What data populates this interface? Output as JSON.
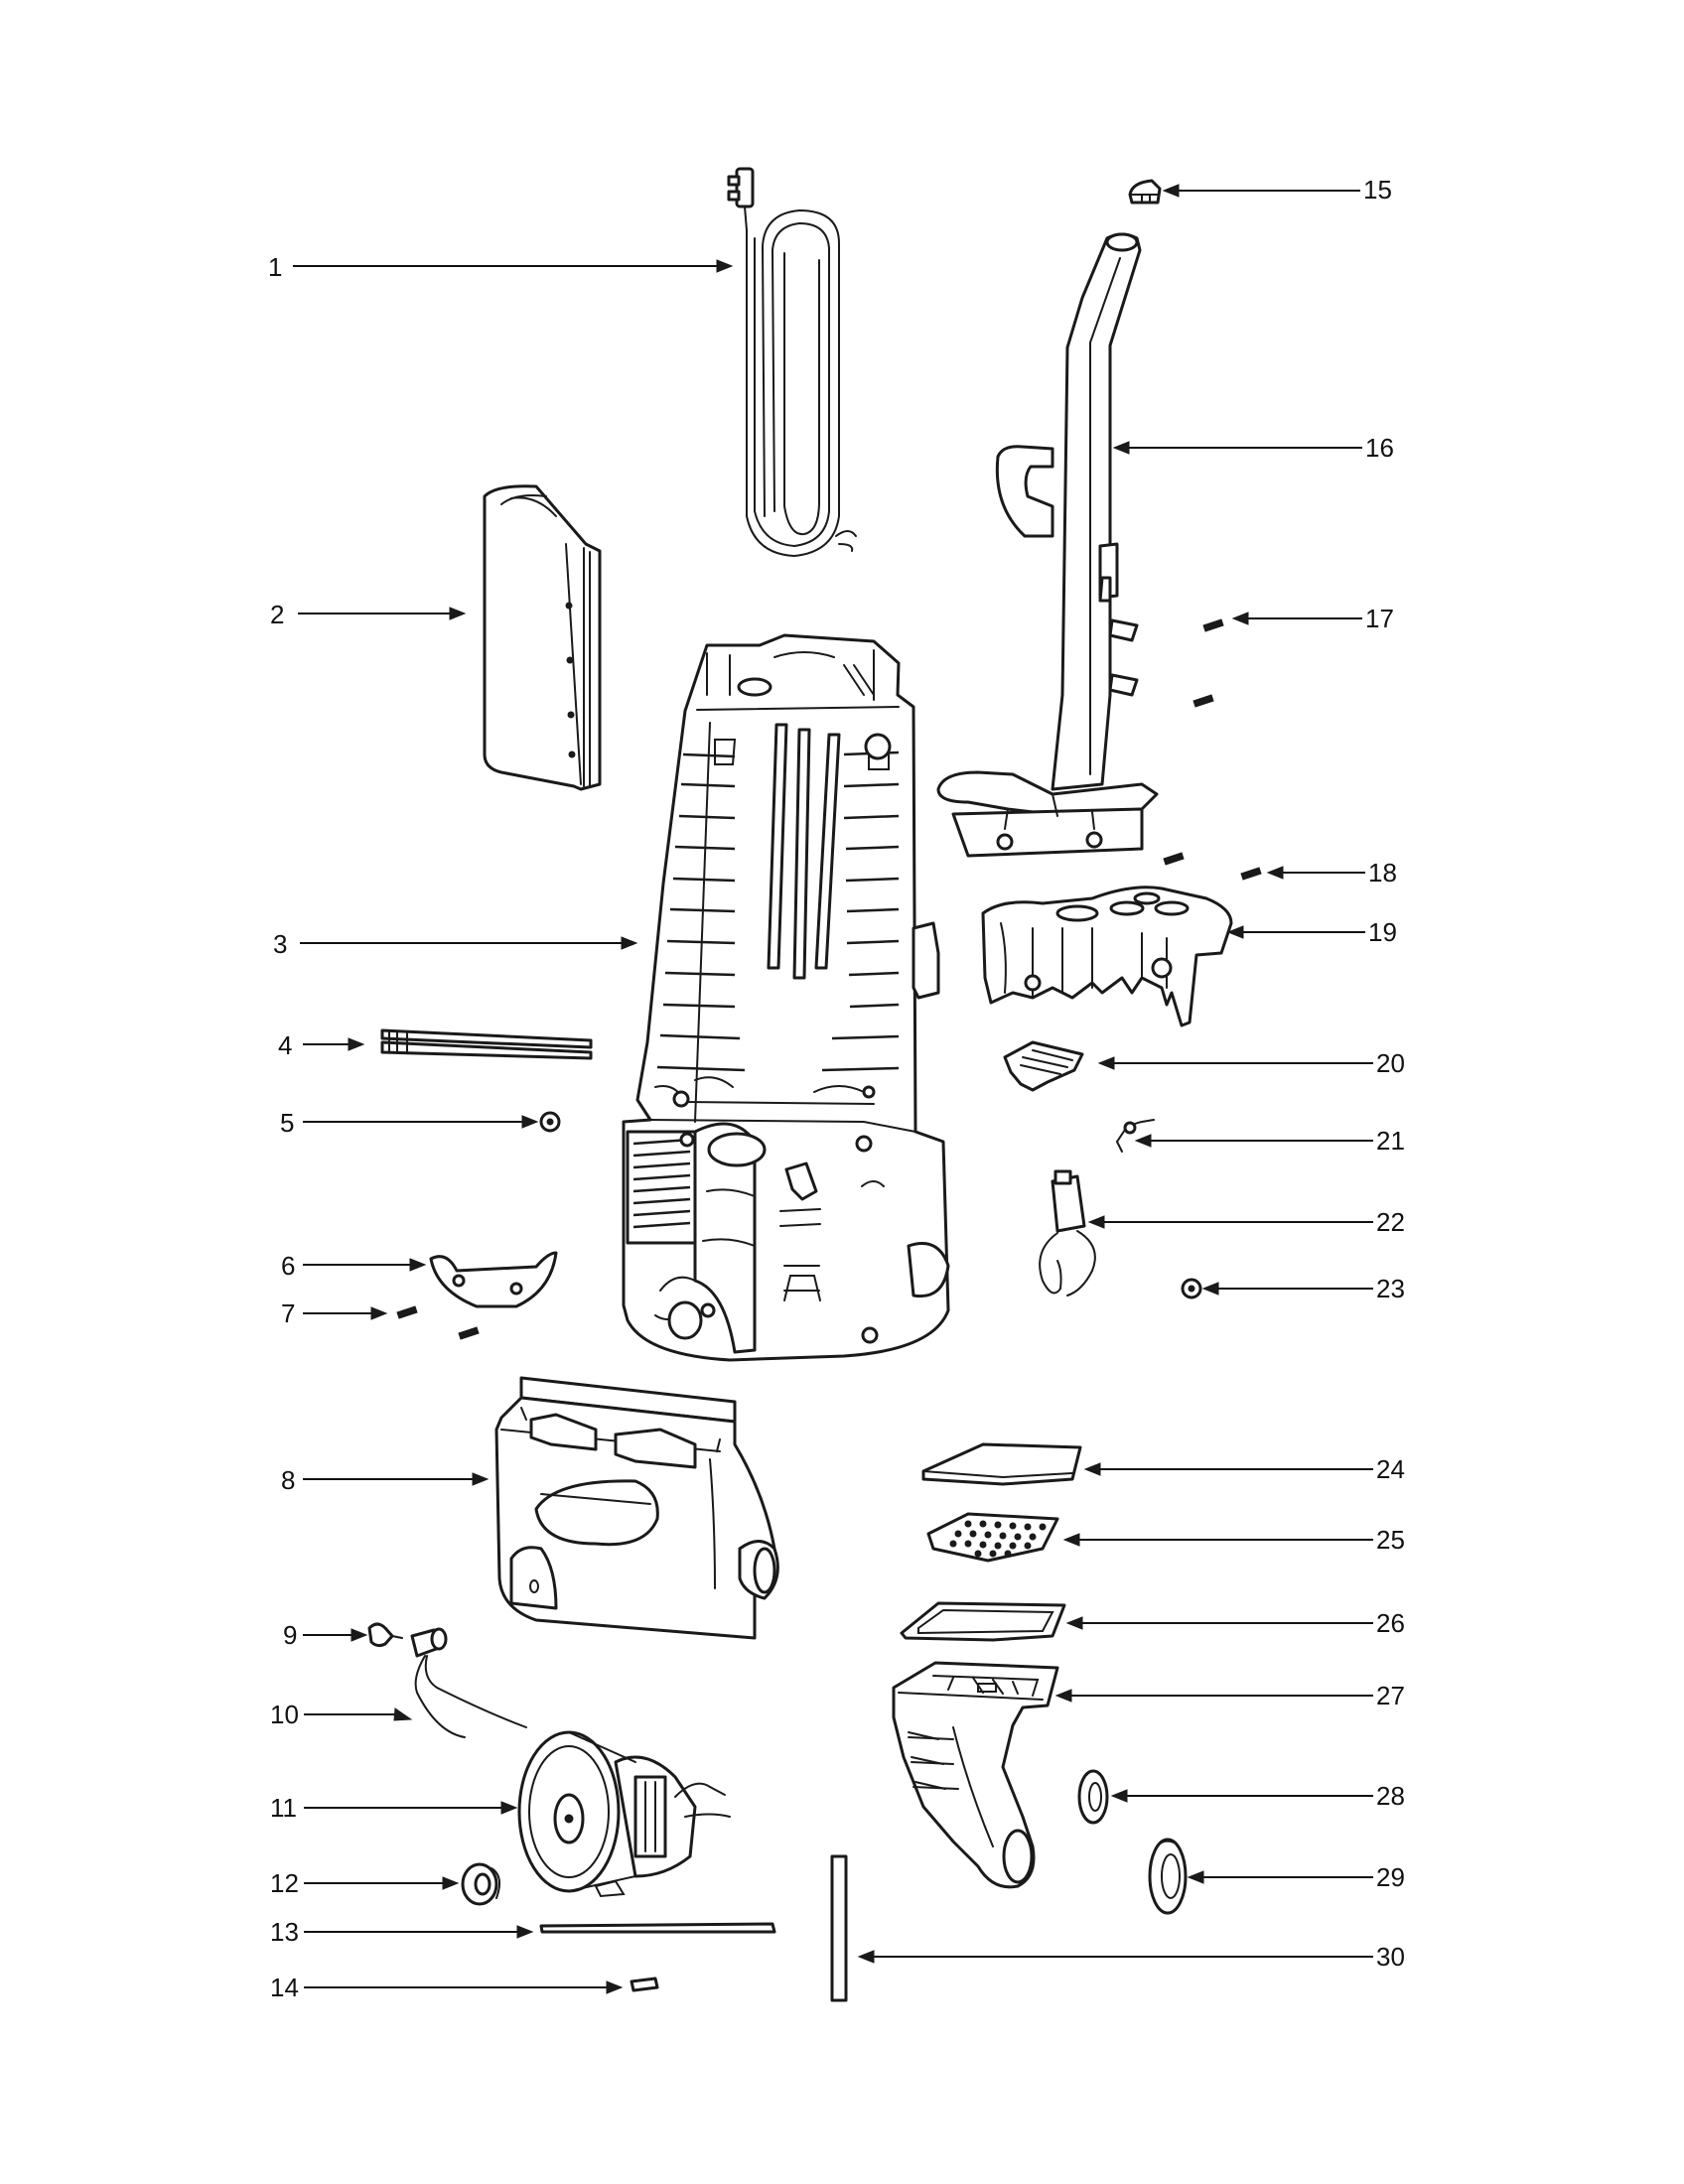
{
  "callouts": [
    {
      "label": "1",
      "part": "power-cord"
    },
    {
      "label": "2",
      "part": "bag-door"
    },
    {
      "label": "3",
      "part": "housing"
    },
    {
      "label": "4",
      "part": "cord-rod"
    },
    {
      "label": "5",
      "part": "nut"
    },
    {
      "label": "6",
      "part": "bracket"
    },
    {
      "label": "7",
      "part": "screw"
    },
    {
      "label": "8",
      "part": "motor-cover"
    },
    {
      "label": "9",
      "part": "bulb"
    },
    {
      "label": "10",
      "part": "bulb-socket-wire"
    },
    {
      "label": "11",
      "part": "motor"
    },
    {
      "label": "12",
      "part": "bearing"
    },
    {
      "label": "13",
      "part": "belt"
    },
    {
      "label": "14",
      "part": "pin"
    },
    {
      "label": "15",
      "part": "handle-grip"
    },
    {
      "label": "16",
      "part": "handle"
    },
    {
      "label": "17",
      "part": "screw"
    },
    {
      "label": "18",
      "part": "screw"
    },
    {
      "label": "19",
      "part": "handle-base"
    },
    {
      "label": "20",
      "part": "switch"
    },
    {
      "label": "21",
      "part": "spring"
    },
    {
      "label": "22",
      "part": "switch-assembly"
    },
    {
      "label": "23",
      "part": "nut"
    },
    {
      "label": "24",
      "part": "filter-pad"
    },
    {
      "label": "25",
      "part": "filter-screen"
    },
    {
      "label": "26",
      "part": "filter-frame"
    },
    {
      "label": "27",
      "part": "nozzle-base"
    },
    {
      "label": "28",
      "part": "washer"
    },
    {
      "label": "29",
      "part": "seal"
    },
    {
      "label": "30",
      "part": "rod"
    }
  ]
}
